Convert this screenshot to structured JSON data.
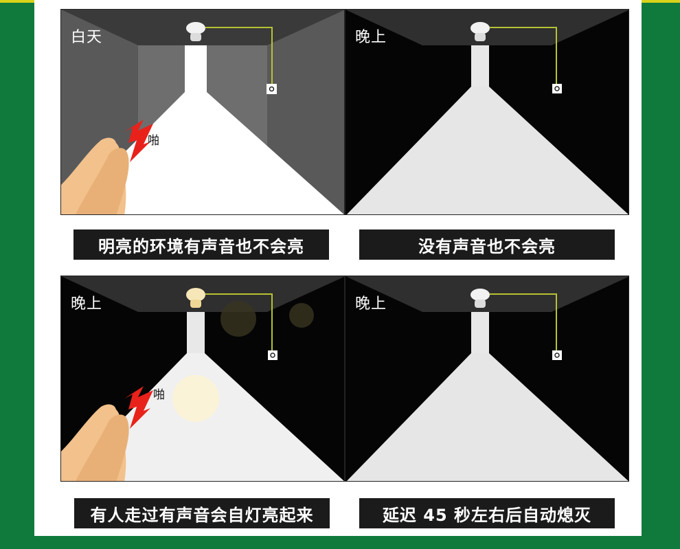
{
  "panels": [
    {
      "label": "白天",
      "sound": "啪",
      "caption": "明亮的环境有声音也不会亮"
    },
    {
      "label": "晚上",
      "caption": "没有声音也不会亮"
    },
    {
      "label": "晚上",
      "sound": "啪",
      "caption": "有人走过有声音会自灯亮起来"
    },
    {
      "label": "晚上",
      "caption": "延迟 45 秒左右后自动熄灭"
    }
  ],
  "colors": {
    "background": "#0f7a3c",
    "day_wall": "#6e6e6e",
    "night_wall": "#050505",
    "ceiling": "#3a3a3a",
    "light_cone": "#ececec",
    "caption_bg": "#1b1b1b",
    "sound_bolt": "#e8221b"
  }
}
